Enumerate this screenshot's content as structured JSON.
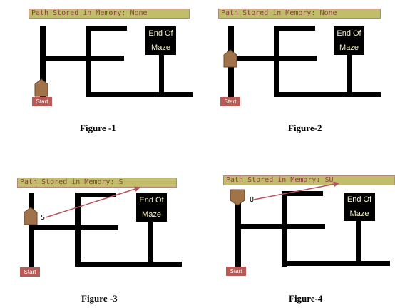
{
  "figures": [
    {
      "banner": "Path Stored in Memory: None",
      "end_line1": "End Of",
      "end_line2": "Maze",
      "start": "Start",
      "letter": "",
      "caption": "Figure -1"
    },
    {
      "banner": "Path Stored in Memory: None",
      "end_line1": "End Of",
      "end_line2": "Maze",
      "start": "Start",
      "letter": "",
      "caption": "Figure-2"
    },
    {
      "banner": "Path Stored in Memory: S",
      "end_line1": "End Of",
      "end_line2": "Maze",
      "start": "Start",
      "letter": "S",
      "caption": "Figure -3"
    },
    {
      "banner": "Path Stored in Memory: SU",
      "end_line1": "End Of",
      "end_line2": "Maze",
      "start": "Start",
      "letter": "U",
      "caption": "Figure-4"
    }
  ],
  "colors": {
    "banner_fill": "#c2bd6a",
    "banner_text": "#8a3f3f",
    "wall": "#000000",
    "marker_fill": "#a0734a",
    "start_fill": "#b85a55",
    "end_text": "#f4f0c8",
    "arrow": "#b5525b"
  },
  "icons": [
    "robot-marker-icon",
    "arrow-icon"
  ]
}
